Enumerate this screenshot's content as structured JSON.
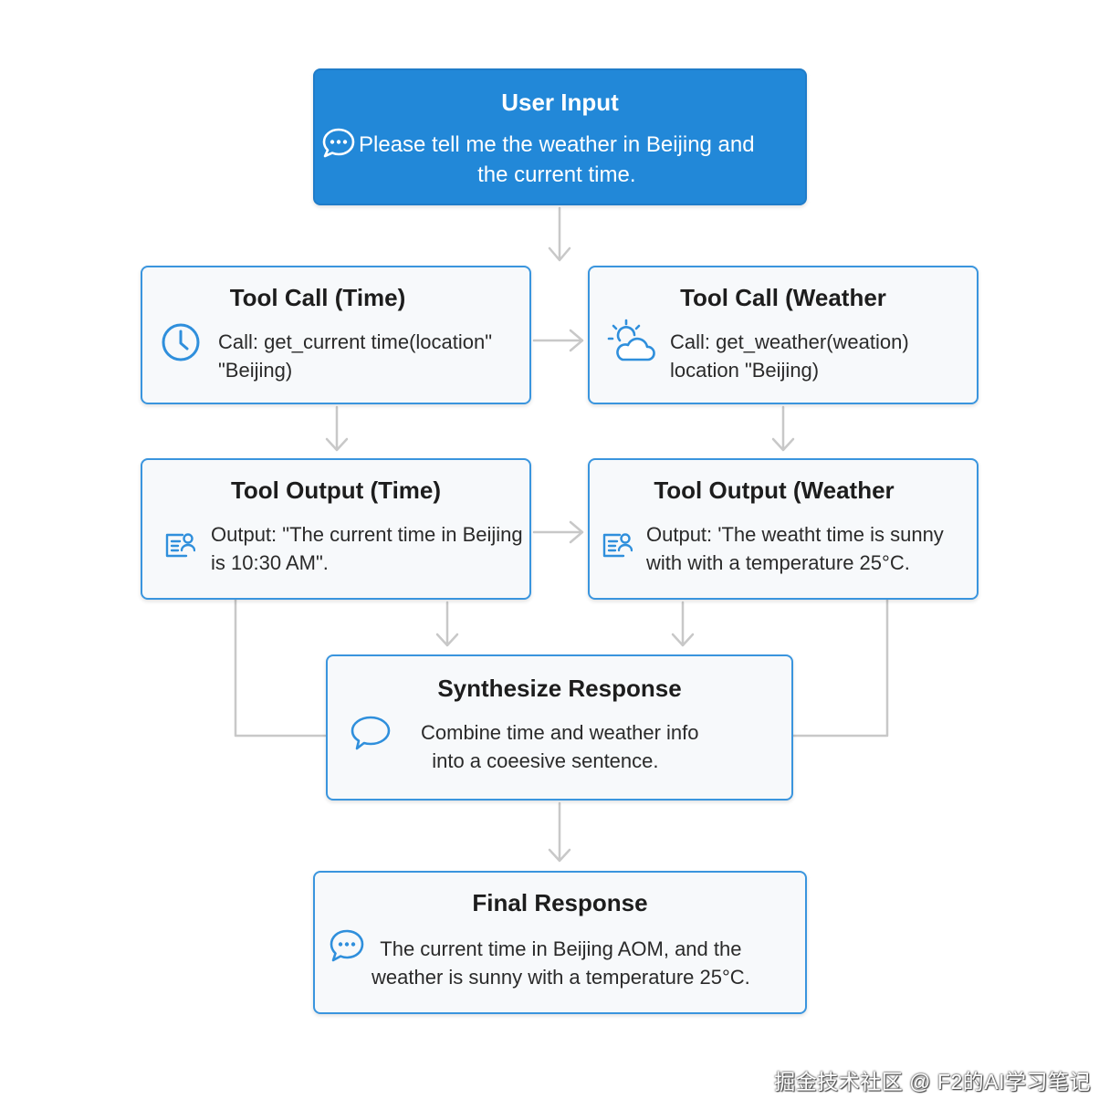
{
  "colors": {
    "accent": "#2288d8",
    "border": "#3a95de",
    "box_fill": "#f7f9fb",
    "connector": "#c8c8c8",
    "text": "#1d1d1d"
  },
  "user_input": {
    "title": "User Input",
    "text": "Please tell me the weather in Beijing and\nthe current time.",
    "icon": "chat-bubble-icon"
  },
  "tool_call_time": {
    "title": "Tool Call (Time)",
    "text": "Call: get_current time(location\"\n\"Beijing)",
    "icon": "clock-icon"
  },
  "tool_call_weather": {
    "title": "Tool Call (Weather",
    "text": "Call: get_weather(weation)\nlocation \"Beijing)",
    "icon": "sun-cloud-icon"
  },
  "tool_output_time": {
    "title": "Tool Output (Time)",
    "text": "Output: \"The current time in Beijing\nis 10:30 AM\".",
    "icon": "document-user-icon"
  },
  "tool_output_weather": {
    "title": "Tool Output (Weather",
    "text": "Output: 'The weatht time is sunny\nwith with a temperature 25°C.",
    "icon": "document-user-icon"
  },
  "synthesize": {
    "title": "Synthesize Response",
    "text": "Combine time and weather info\n  into a coeesive sentence.",
    "icon": "speech-bubble-icon"
  },
  "final": {
    "title": "Final Response",
    "text": "The current time in Beijing AOM, and the\nweather is sunny with a temperature 25°C.",
    "icon": "chat-bubble-icon"
  },
  "watermark": "掘金技术社区 @ F2的AI学习笔记"
}
